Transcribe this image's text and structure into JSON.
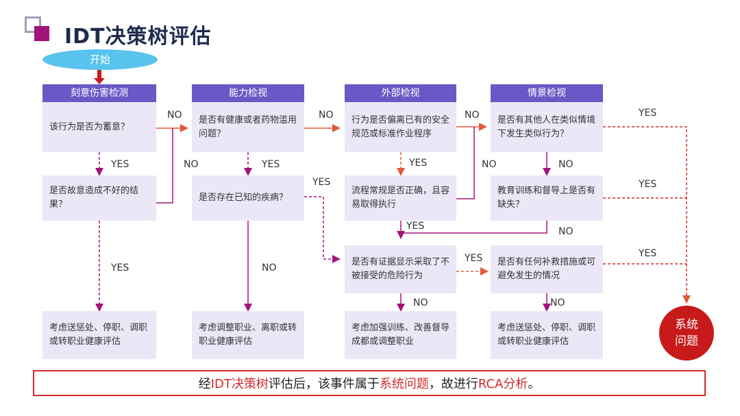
{
  "title": "IDT决策树评估",
  "start": "开始",
  "headers": [
    "刻意伤害检测",
    "能力检视",
    "外部检视",
    "情景检视"
  ],
  "boxes": {
    "c1r1": "该行为是否为蓄意？",
    "c1r2": "是否故意造成不好的结果？",
    "c1r4": "考虑送惩处、停职、调职或转职业健康评估",
    "c2r1": "是否有健康或者药物滥用问题？",
    "c2r2": "是否存在已知的疾病？",
    "c2r4": "考虑调整职业、离职或转职业健康评估",
    "c3r1": "行为是否偏离已有的安全规范或标准作业程序",
    "c3r2": "流程常规是否正确，且容易取得执行",
    "c3r3": "是否有证据显示采取了不被接受的危险行为",
    "c3r4": "考虑加强训练、改善督导成都或调整职业",
    "c4r1": "是否有其他人在类似情境下发生类似行为？",
    "c4r2": "教育训练和督导上是否有缺失？",
    "c4r3": "是否有任何补救措施或可避免发生的情况",
    "c4r4": "考虑送惩处、停职、调职或转职业健康评估"
  },
  "labels": {
    "yes": "YES",
    "no": "NO"
  },
  "system_issue": "系统问题",
  "conclusion": {
    "p1": "经",
    "p2": "IDT决策树",
    "p3": "评估后，该事件属于",
    "p4": "系统问题",
    "p5": "，故进行",
    "p6": "RCA分析",
    "p7": "。"
  },
  "colors": {
    "header": "#6a58c6",
    "box": "#ebe7f6",
    "arrow": "#a2147c",
    "start": "#58c3ee",
    "system": "#c81a1a",
    "accent": "#d22a2a"
  }
}
